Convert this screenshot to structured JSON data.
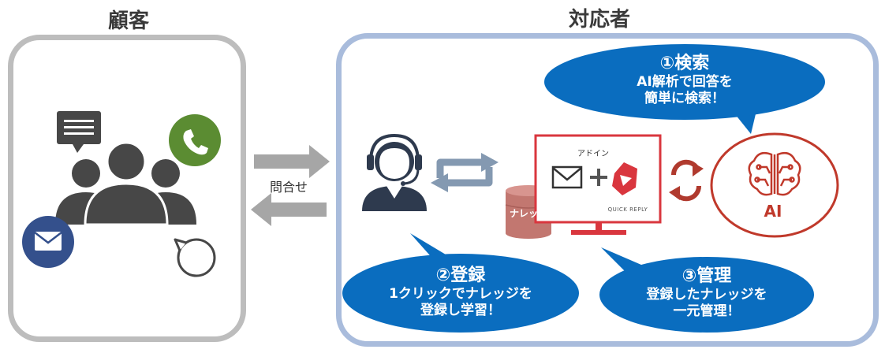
{
  "titles": {
    "customer": "顧客",
    "agent": "対応者"
  },
  "inquiry": {
    "label": "問合せ"
  },
  "bubble_search": {
    "heading": "①検索",
    "line1": "AI解析で回答を",
    "line2": "簡単に検索！"
  },
  "bubble_register": {
    "heading": "②登録",
    "line1": "1クリックでナレッジを",
    "line2": "登録し学習！"
  },
  "bubble_manage": {
    "heading": "③管理",
    "line1": "登録したナレッジを",
    "line2": "一元管理！"
  },
  "monitor": {
    "addin": "アドイン",
    "quick_reply": "QUICK REPLY"
  },
  "database": {
    "label": "ナレッジ"
  },
  "ai": {
    "label": "AI"
  },
  "colors": {
    "bubble": "#0a6dbf",
    "ai_red": "#c0392b",
    "db": "#c27770",
    "icon_gray": "#474747",
    "phone_green": "#5b8c32",
    "mail_navy": "#34508c",
    "refresh": "#8499b1"
  }
}
